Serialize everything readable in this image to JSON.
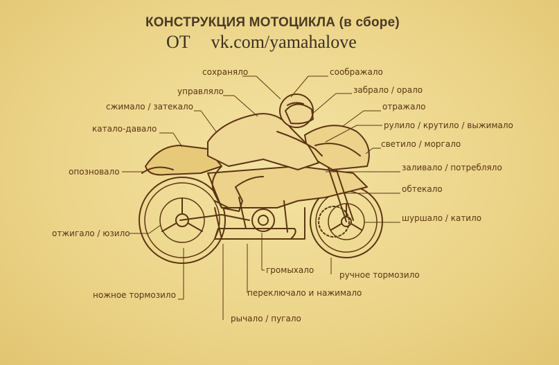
{
  "title": "КОНСТРУКЦИЯ МОТОЦИКЛА (в сборе)",
  "credit": {
    "prefix": "ОТ",
    "site": "vk.com/yamahalove"
  },
  "labels": {
    "l1": "сохраняло",
    "l2": "соображало",
    "l3": "управляло",
    "l4": "забрало / орало",
    "l5": "сжимало / затекало",
    "l6": "отражало",
    "l7": "катало-давало",
    "l8": "рулило / крутило / выжимало",
    "l9": "светило / моргало",
    "l10": "опозновало",
    "l11": "заливало / потребляло",
    "l12": "обтекало",
    "l13": "шуршало / катило",
    "l14": "отжигало / юзило",
    "l15": "громыхало",
    "l16": "ручное тормозило",
    "l17": "переключало и нажимало",
    "l18": "ножное тормозило",
    "l19": "рычало / пугало"
  },
  "colors": {
    "ink": "#5a3413",
    "paper": "#f0dc93",
    "label": "#5a3413"
  }
}
